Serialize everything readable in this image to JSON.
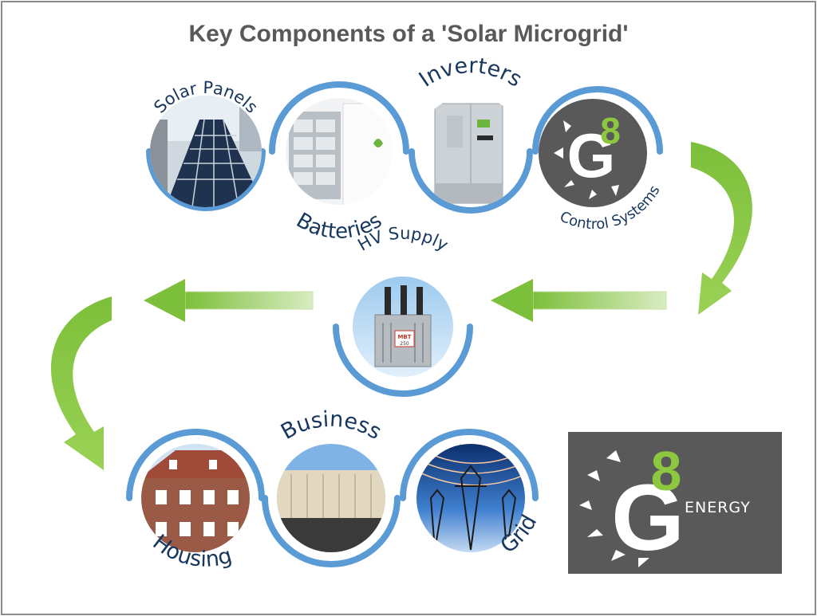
{
  "title": "Key Components of a 'Solar Microgrid'",
  "colors": {
    "title": "#595959",
    "label": "#17375e",
    "ring": "#5b9bd5",
    "arrow": "#8dc63f",
    "logo_bg": "#595959",
    "logo_green": "#8dc63f",
    "frame": "#8c8c8c"
  },
  "components": {
    "solar_panels": "Solar Panels",
    "batteries": "Batteries",
    "inverters": "Inverters",
    "control_systems": "Control Systems",
    "hv_supply": "HV Supply",
    "housing": "Housing",
    "business": "Business",
    "grid": "Grid"
  },
  "photo_texts": {
    "transformer_tag": "MBT",
    "transformer_rating": "250"
  },
  "logo": {
    "numeral": "8",
    "letter": "G",
    "wordmark": "ENERGY"
  }
}
